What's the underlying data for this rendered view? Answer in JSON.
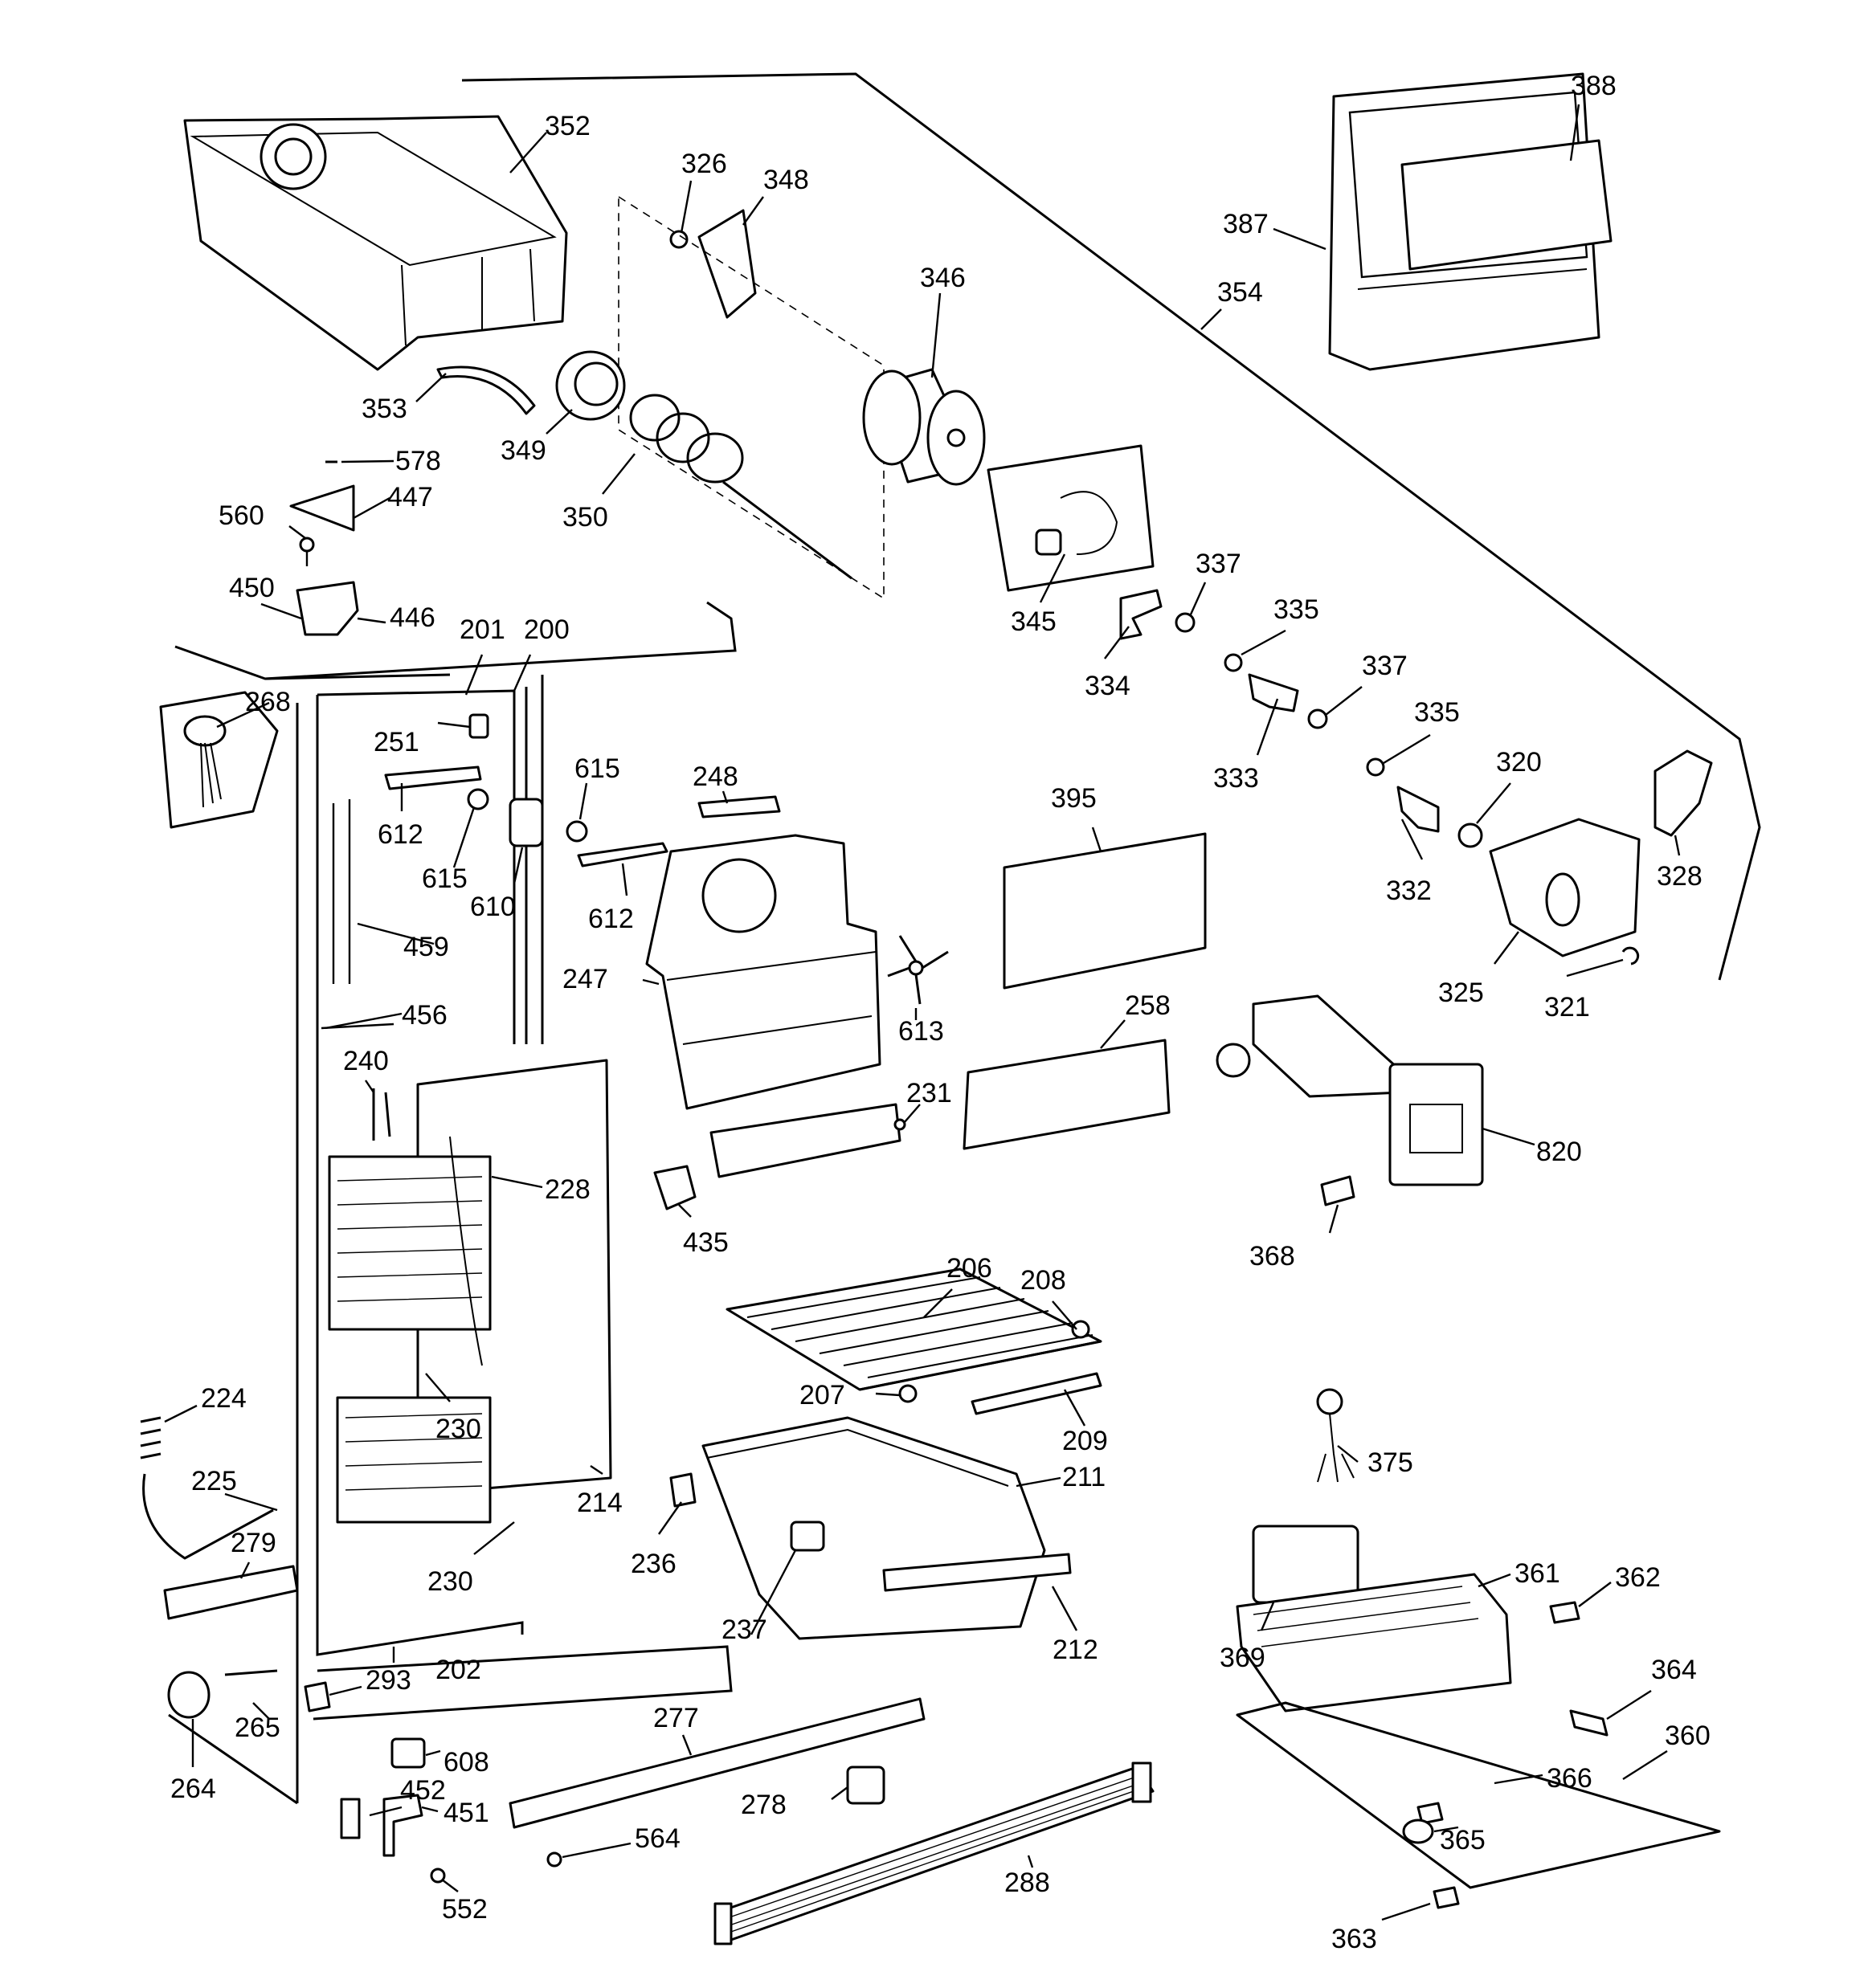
{
  "callouts": [
    {
      "id": "c352",
      "label": "352"
    },
    {
      "id": "c326",
      "label": "326"
    },
    {
      "id": "c348",
      "label": "348"
    },
    {
      "id": "c346",
      "label": "346"
    },
    {
      "id": "c354",
      "label": "354"
    },
    {
      "id": "c388",
      "label": "388"
    },
    {
      "id": "c387",
      "label": "387"
    },
    {
      "id": "c353",
      "label": "353"
    },
    {
      "id": "c349",
      "label": "349"
    },
    {
      "id": "c350",
      "label": "350"
    },
    {
      "id": "c578",
      "label": "578"
    },
    {
      "id": "c447",
      "label": "447"
    },
    {
      "id": "c560",
      "label": "560"
    },
    {
      "id": "c450",
      "label": "450"
    },
    {
      "id": "c446",
      "label": "446"
    },
    {
      "id": "c345",
      "label": "345"
    },
    {
      "id": "c334",
      "label": "334"
    },
    {
      "id": "c337a",
      "label": "337"
    },
    {
      "id": "c335a",
      "label": "335"
    },
    {
      "id": "c337b",
      "label": "337"
    },
    {
      "id": "c333",
      "label": "333"
    },
    {
      "id": "c335b",
      "label": "335"
    },
    {
      "id": "c320",
      "label": "320"
    },
    {
      "id": "c332",
      "label": "332"
    },
    {
      "id": "c328",
      "label": "328"
    },
    {
      "id": "c325",
      "label": "325"
    },
    {
      "id": "c321",
      "label": "321"
    },
    {
      "id": "c201",
      "label": "201"
    },
    {
      "id": "c200",
      "label": "200"
    },
    {
      "id": "c268",
      "label": "268"
    },
    {
      "id": "c251",
      "label": "251"
    },
    {
      "id": "c615a",
      "label": "615"
    },
    {
      "id": "c248",
      "label": "248"
    },
    {
      "id": "c612a",
      "label": "612"
    },
    {
      "id": "c615b",
      "label": "615"
    },
    {
      "id": "c610",
      "label": "610"
    },
    {
      "id": "c612b",
      "label": "612"
    },
    {
      "id": "c395",
      "label": "395"
    },
    {
      "id": "c459",
      "label": "459"
    },
    {
      "id": "c247",
      "label": "247"
    },
    {
      "id": "c613",
      "label": "613"
    },
    {
      "id": "c456",
      "label": "456"
    },
    {
      "id": "c258",
      "label": "258"
    },
    {
      "id": "c240",
      "label": "240"
    },
    {
      "id": "c231",
      "label": "231"
    },
    {
      "id": "c820",
      "label": "820"
    },
    {
      "id": "c228",
      "label": "228"
    },
    {
      "id": "c435",
      "label": "435"
    },
    {
      "id": "c368",
      "label": "368"
    },
    {
      "id": "c206",
      "label": "206"
    },
    {
      "id": "c208",
      "label": "208"
    },
    {
      "id": "c224",
      "label": "224"
    },
    {
      "id": "c207",
      "label": "207"
    },
    {
      "id": "c230a",
      "label": "230"
    },
    {
      "id": "c209",
      "label": "209"
    },
    {
      "id": "c375",
      "label": "375"
    },
    {
      "id": "c225",
      "label": "225"
    },
    {
      "id": "c211",
      "label": "211"
    },
    {
      "id": "c214",
      "label": "214"
    },
    {
      "id": "c236",
      "label": "236"
    },
    {
      "id": "c279",
      "label": "279"
    },
    {
      "id": "c230b",
      "label": "230"
    },
    {
      "id": "c361",
      "label": "361"
    },
    {
      "id": "c362",
      "label": "362"
    },
    {
      "id": "c237",
      "label": "237"
    },
    {
      "id": "c212",
      "label": "212"
    },
    {
      "id": "c369",
      "label": "369"
    },
    {
      "id": "c202",
      "label": "202"
    },
    {
      "id": "c293",
      "label": "293"
    },
    {
      "id": "c364",
      "label": "364"
    },
    {
      "id": "c277",
      "label": "277"
    },
    {
      "id": "c265",
      "label": "265"
    },
    {
      "id": "c360",
      "label": "360"
    },
    {
      "id": "c608",
      "label": "608"
    },
    {
      "id": "c264",
      "label": "264"
    },
    {
      "id": "c452",
      "label": "452"
    },
    {
      "id": "c278",
      "label": "278"
    },
    {
      "id": "c366",
      "label": "366"
    },
    {
      "id": "c451",
      "label": "451"
    },
    {
      "id": "c564",
      "label": "564"
    },
    {
      "id": "c365",
      "label": "365"
    },
    {
      "id": "c288",
      "label": "288"
    },
    {
      "id": "c552",
      "label": "552"
    },
    {
      "id": "c363",
      "label": "363"
    }
  ]
}
